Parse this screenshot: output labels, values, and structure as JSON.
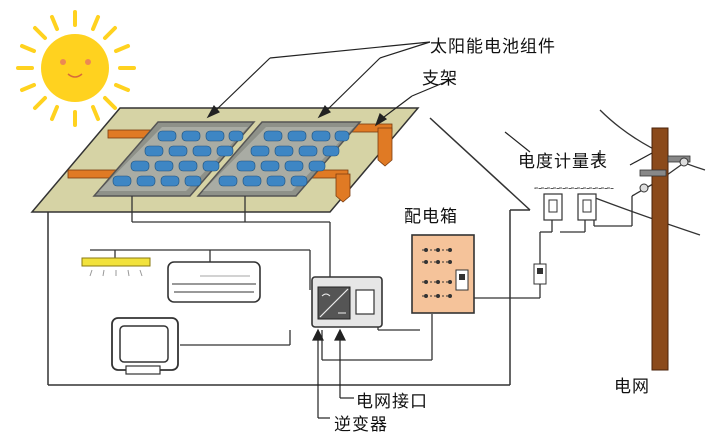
{
  "labels": {
    "solar_module": "太阳能电池组件",
    "bracket": "支架",
    "meter": "电度计量表",
    "distribution_box": "配电箱",
    "grid": "电网",
    "grid_interface": "电网接口",
    "inverter": "逆变器"
  },
  "colors": {
    "sun": "#FFD21F",
    "sun_rays": "#FFD21F",
    "roof": "#D6D3A5",
    "panel_frame": "#8E9189",
    "panel_cell": "#3E86C4",
    "bracket": "#E07A24",
    "box": "#F5C39A",
    "pole": "#8B4A1B",
    "lamp": "#F2E23C",
    "outline": "#333333"
  }
}
